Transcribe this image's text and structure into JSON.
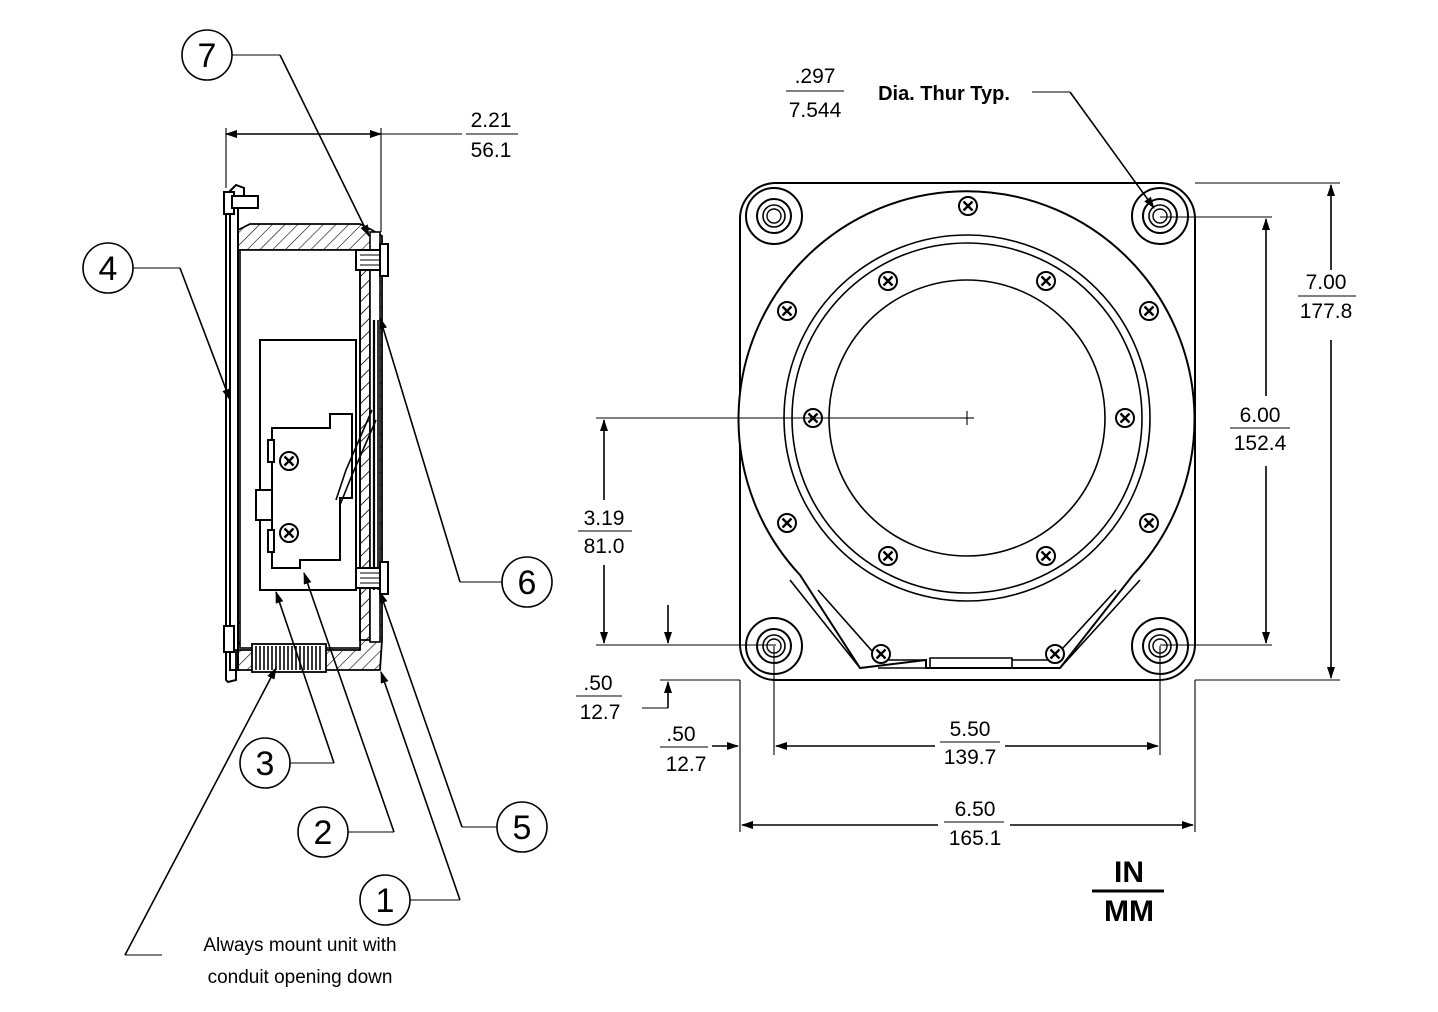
{
  "callouts": [
    "1",
    "2",
    "3",
    "4",
    "5",
    "6",
    "7"
  ],
  "dimensions": {
    "depth": {
      "in": "2.21",
      "mm": "56.1"
    },
    "hole_dia": {
      "in": ".297",
      "mm": "7.544",
      "note": "Dia. Thur Typ."
    },
    "height": {
      "in": "7.00",
      "mm": "177.8"
    },
    "hole_spacing_v": {
      "in": "6.00",
      "mm": "152.4"
    },
    "center_height": {
      "in": "3.19",
      "mm": "81.0"
    },
    "edge_offset_v": {
      "in": ".50",
      "mm": "12.7"
    },
    "edge_offset_h": {
      "in": ".50",
      "mm": "12.7"
    },
    "hole_spacing_h": {
      "in": "5.50",
      "mm": "139.7"
    },
    "width": {
      "in": "6.50",
      "mm": "165.1"
    }
  },
  "units": {
    "top": "IN",
    "bottom": "MM"
  },
  "mount_note": [
    "Always mount unit with",
    "conduit opening down"
  ]
}
